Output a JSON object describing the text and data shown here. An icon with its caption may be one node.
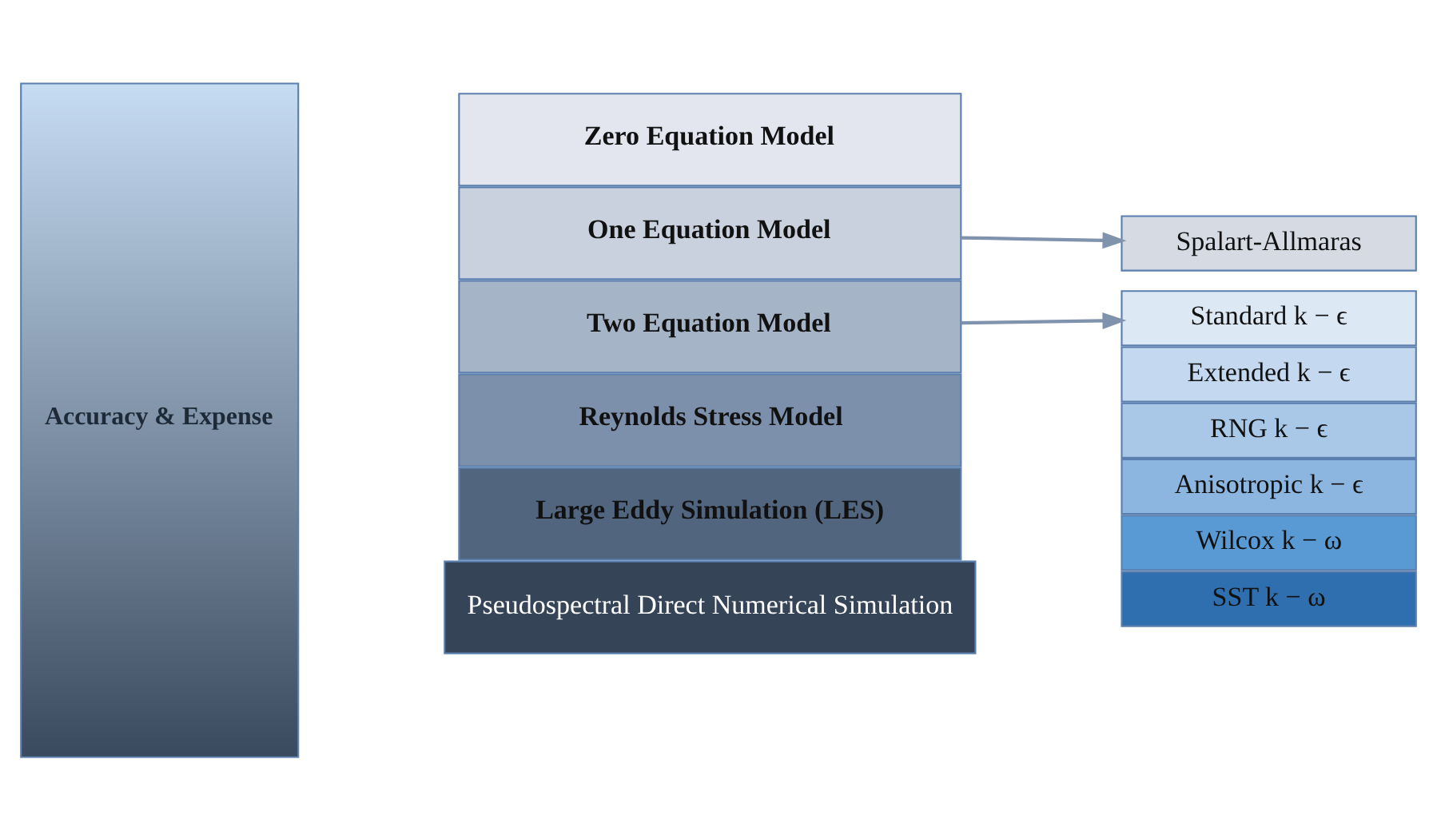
{
  "diagram": {
    "nodes": [
      {
        "text": [
          "Accuracy & Expense"
        ]
      },
      {
        "text": [
          "Zero Equation Model"
        ]
      },
      {
        "text": [
          "One Equation Model"
        ]
      },
      {
        "text": [
          "Two Equation Model"
        ]
      },
      {
        "text": [
          "Reynolds Stress Model"
        ]
      },
      {
        "text": [
          "Large Eddy Simulation (LES)"
        ]
      },
      {
        "text": [
          "Pseudospectral Direct Numerical Simulation"
        ]
      },
      {
        "text": [
          "Spalart-Allmaras"
        ]
      },
      {
        "text": [
          "Standard k − ϵ"
        ]
      },
      {
        "text": [
          "Extended k − ϵ"
        ]
      },
      {
        "text": [
          "RNG k − ϵ"
        ]
      },
      {
        "text": [
          "Anisotropic k − ϵ"
        ]
      },
      {
        "text": [
          "Wilcox k − ω"
        ]
      },
      {
        "text": [
          "SST k − ω"
        ]
      }
    ],
    "edges": [
      {
        "from": 2,
        "to": 7,
        "arrow": "to"
      },
      {
        "from": 3,
        "to": 8,
        "arrow": "to"
      }
    ]
  }
}
